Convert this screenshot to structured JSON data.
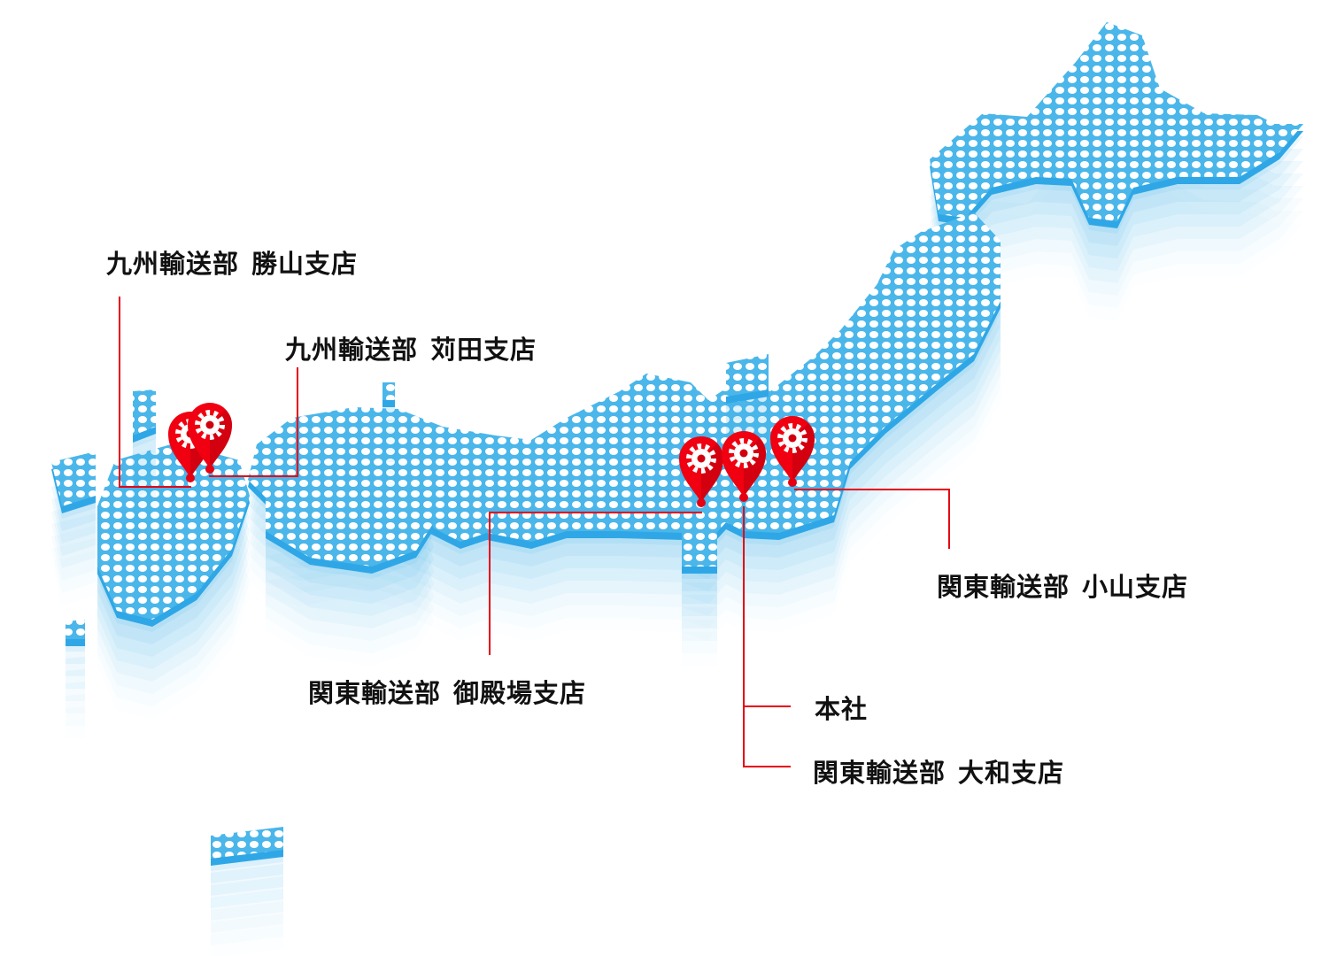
{
  "colors": {
    "accent": "#e60012",
    "land": "#4ab6ea",
    "dots": "#ffffff",
    "text": "#111111"
  },
  "locations": [
    {
      "id": "katsuyama",
      "division": "九州輸送部",
      "branch": "勝山支店"
    },
    {
      "id": "kanda",
      "division": "九州輸送部",
      "branch": "苅田支店"
    },
    {
      "id": "gotemba",
      "division": "関東輸送部",
      "branch": "御殿場支店"
    },
    {
      "id": "honsha",
      "division": "",
      "branch": "本社"
    },
    {
      "id": "yamato",
      "division": "関東輸送部",
      "branch": "大和支店"
    },
    {
      "id": "oyama",
      "division": "関東輸送部",
      "branch": "小山支店"
    }
  ],
  "pin_icon": "map-pin-gear-icon"
}
